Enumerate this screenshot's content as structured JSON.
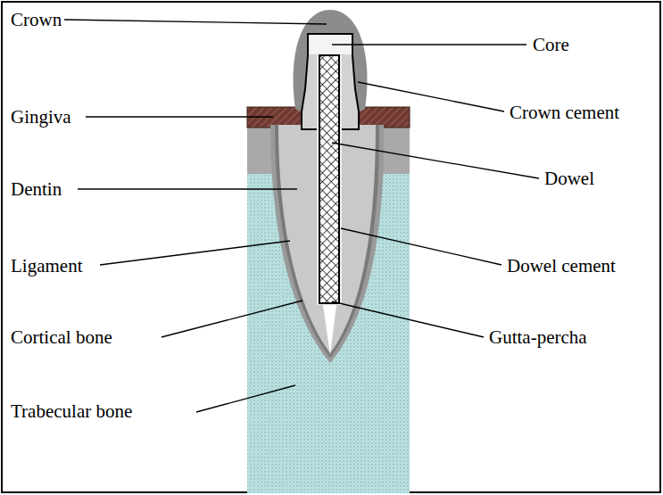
{
  "diagram": {
    "labels": [
      "Crown",
      "Core",
      "Crown cement",
      "Gingiva",
      "Dowel",
      "Dentin",
      "Ligament",
      "Dowel cement",
      "Cortical bone",
      "Gutta-percha",
      "Trabecular bone"
    ]
  }
}
